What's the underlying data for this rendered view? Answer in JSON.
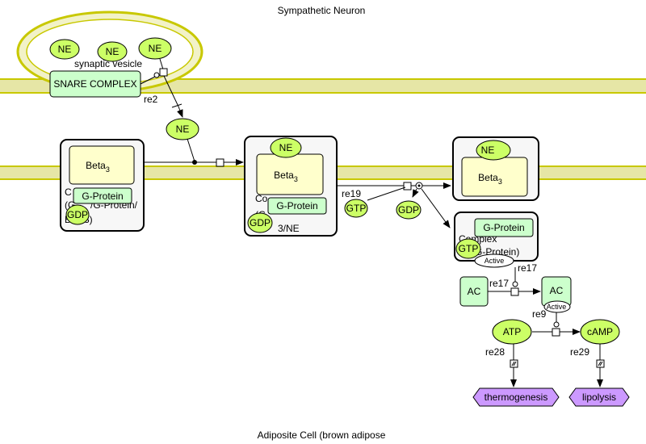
{
  "compartments": {
    "neuron": "Sympathetic Neuron",
    "adipocyte": "Adiposite Cell (brown adipose"
  },
  "labels": {
    "vesicle": "synaptic vesicle",
    "snare": "SNARE COMPLEX",
    "ne": "NE",
    "beta": "Beta",
    "beta_sub": "3",
    "gprotein": "G-Protein",
    "gdp": "GDP",
    "gtp": "GTP",
    "ac": "AC",
    "active": "Active",
    "atp": "ATP",
    "camp": "cAMP",
    "thermogenesis": "thermogenesis",
    "lipolysis": "lipolysis",
    "complex1_a": "C",
    "complex1_b": "(G",
    "complex1_c": "/G-Protein/",
    "complex1_d": "B",
    "complex1_e": "3)",
    "complex2_a": "Co",
    "complex2_b": "(G",
    "complex2_c": "3/NE",
    "complex3_a": "Complex",
    "complex3_b": "(G-Protein)"
  },
  "reactions": {
    "re2": "re2",
    "re19": "re19",
    "re17": "re17",
    "re9": "re9",
    "re28": "re28",
    "re29": "re29"
  },
  "colors": {
    "membrane": "#e6e6a6",
    "membrane_line": "#c8c800",
    "species": "#ccff66",
    "protein": "#ccffcc",
    "receptor": "#ffffcc",
    "complex": "#f7f7f7",
    "phenotype": "#cc99ff"
  }
}
